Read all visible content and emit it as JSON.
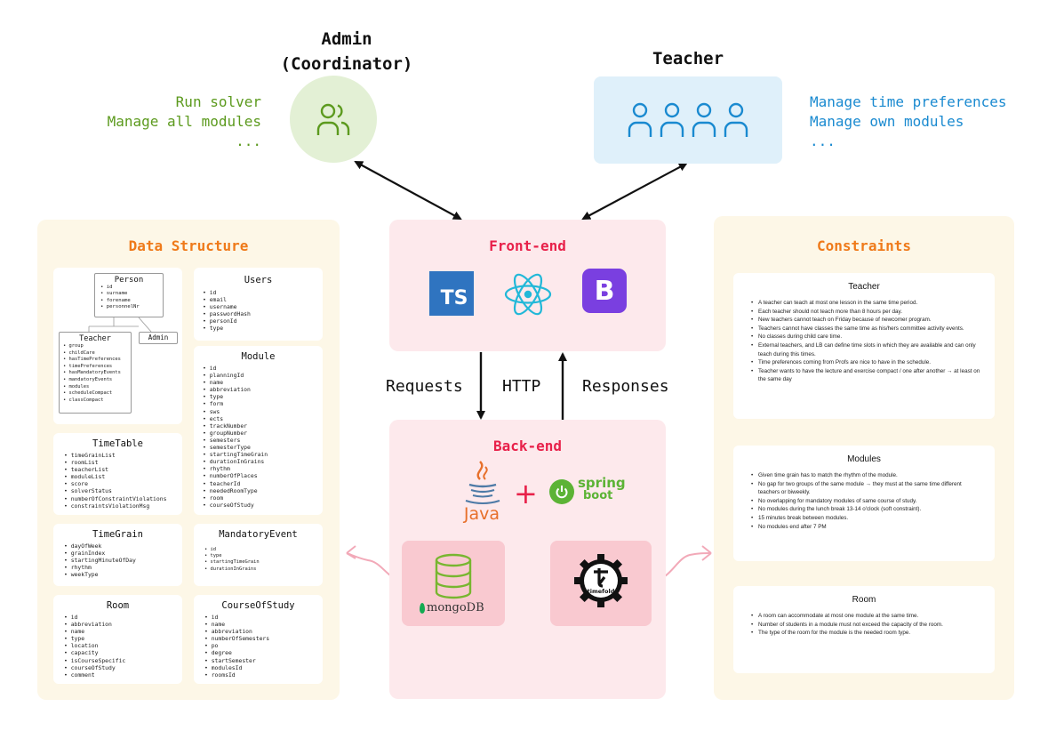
{
  "admin": {
    "title": [
      "Admin",
      "(Coordinator)"
    ],
    "actions": [
      "Run solver",
      "Manage all modules",
      "..."
    ],
    "icon": "users-icon",
    "color": "#5c9a1e"
  },
  "teacher": {
    "title": "Teacher",
    "actions": [
      "Manage time preferences",
      "Manage own modules",
      "..."
    ],
    "icon": "users-group-icon",
    "color": "#1a8ad0"
  },
  "frontend": {
    "title": "Front-end",
    "logos": [
      "TS",
      "react-icon",
      "B"
    ]
  },
  "backend": {
    "title": "Back-end",
    "java_label": "Java",
    "plus": "+",
    "spring_label": [
      "spring",
      "boot"
    ],
    "mongodb_label": "mongoDB",
    "timefold_label": "timefold"
  },
  "http": {
    "requests": "Requests",
    "http": "HTTP",
    "responses": "Responses"
  },
  "data_structure": {
    "title": "Data Structure",
    "person": {
      "title": "Person",
      "fields": [
        "id",
        "surname",
        "forename",
        "personnelNr"
      ]
    },
    "teacher": {
      "title": "Teacher",
      "fields": [
        "group",
        "childCare",
        "hasTimePreferences",
        "timePreferences",
        "hasMandatoryEvents",
        "mandatoryEvents",
        "modules",
        "scheduleCompact",
        "classCompact"
      ]
    },
    "admin": {
      "title": "Admin"
    },
    "users": {
      "title": "Users",
      "fields": [
        "id",
        "email",
        "username",
        "passwordHash",
        "personId",
        "type"
      ]
    },
    "module": {
      "title": "Module",
      "fields": [
        "id",
        "planningId",
        "name",
        "abbreviation",
        "type",
        "form",
        "sws",
        "ects",
        "trackNumber",
        "groupNumber",
        "semesters",
        "semesterType",
        "startingTimeGrain",
        "durationInGrains",
        "rhythm",
        "numberOfPlaces",
        "teacherId",
        "neededRoomType",
        "room",
        "courseOfStudy"
      ]
    },
    "timetable": {
      "title": "TimeTable",
      "fields": [
        "timeGrainList",
        "roomList",
        "teacherList",
        "moduleList",
        "score",
        "solverStatus",
        "numberOfConstraintViolations",
        "constraintsViolationMsg"
      ]
    },
    "timegrain": {
      "title": "TimeGrain",
      "fields": [
        "dayOfWeek",
        "grainIndex",
        "startingMinuteOfDay",
        "rhythm",
        "weekType"
      ]
    },
    "mandatoryevent": {
      "title": "MandatoryEvent",
      "fields": [
        "id",
        "type",
        "startingTimeGrain",
        "durationInGrains"
      ]
    },
    "room": {
      "title": "Room",
      "fields": [
        "id",
        "abbreviation",
        "name",
        "type",
        "location",
        "capacity",
        "isCourseSpecific",
        "courseOfStudy",
        "comment"
      ]
    },
    "courseofstudy": {
      "title": "CourseOfStudy",
      "fields": [
        "id",
        "name",
        "abbreviation",
        "numberOfSemesters",
        "po",
        "degree",
        "startSemester",
        "modulesId",
        "roomsId"
      ]
    }
  },
  "constraints": {
    "title": "Constraints",
    "teacher": {
      "title": "Teacher",
      "items": [
        "A teacher can teach at most one lesson in the same time period.",
        "Each teacher should not teach more than 8 hours per day.",
        "New teachers cannot teach on Friday because of newcomer program.",
        "Teachers cannot have classes the same time as his/hers committee activity events.",
        "No classes during child care time.",
        "External teachers, and LB can define time slots in which they are available and can only teach during this times.",
        "Time preferences coming from Profs are nice to have in the schedule.",
        "Teacher wants to have the lecture and exercise compact / one after another → at least on the same day"
      ]
    },
    "modules": {
      "title": "Modules",
      "items": [
        "Given time grain has to match the rhythm of the module.",
        "No gap for two groups of the same module → they must at the same time different teachers or biweekly.",
        "No overlapping for mandatory modules of same course of study.",
        "No modules during the lunch break 13-14 o'clock (soft constraint).",
        "15 minutes break between modules.",
        "No modules end after 7 PM"
      ]
    },
    "room": {
      "title": "Room",
      "items": [
        "A room can accommodate at most one module at the same time.",
        "Number of students in a module must not exceed the capacity of the room.",
        "The type of the room for the module is the needed room type."
      ]
    }
  }
}
